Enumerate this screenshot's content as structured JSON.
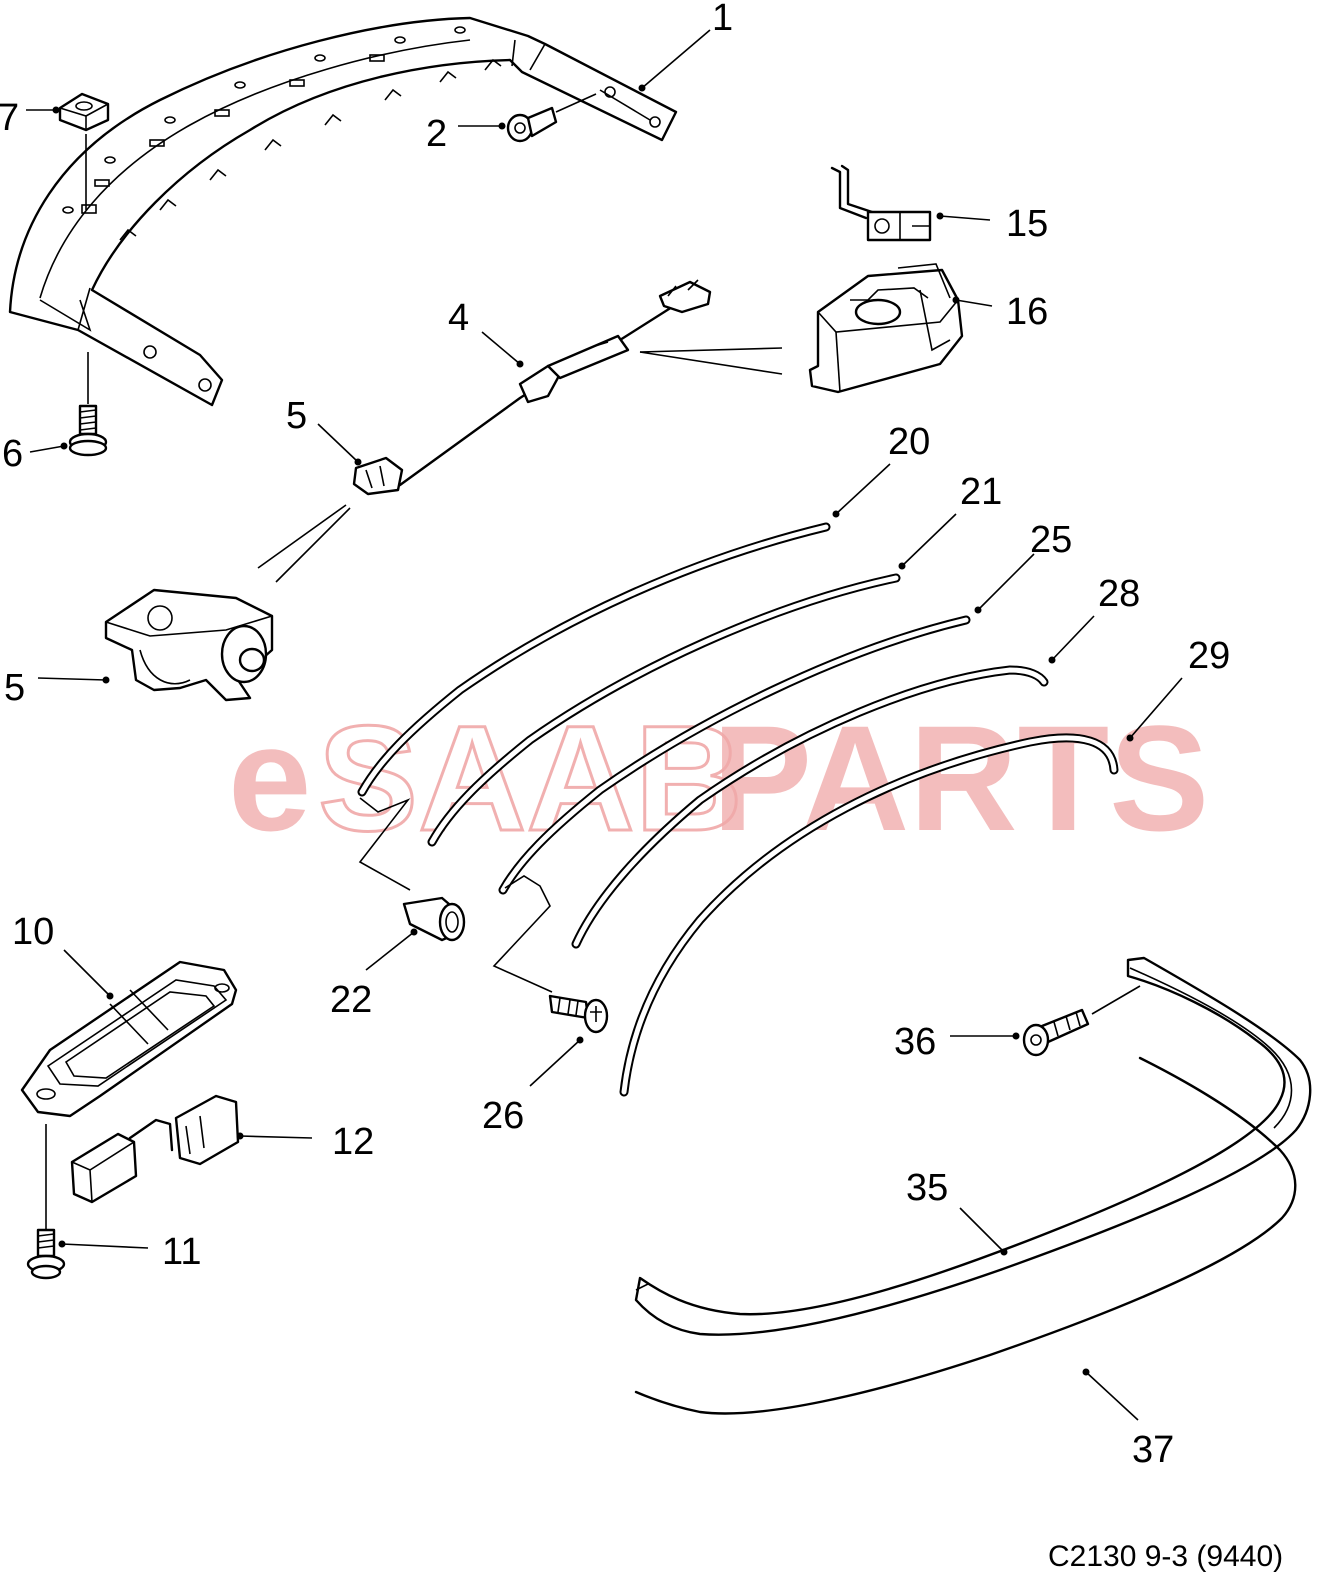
{
  "diagram": {
    "watermark": {
      "prefix": "e",
      "brand": "SAAB",
      "suffix": "PARTS"
    },
    "document_code": "C2130 9-3 (9440)",
    "callouts": [
      {
        "id": "c1",
        "number": "1"
      },
      {
        "id": "c2",
        "number": "2"
      },
      {
        "id": "c4",
        "number": "4"
      },
      {
        "id": "c5a",
        "number": "5"
      },
      {
        "id": "c5b",
        "number": "5"
      },
      {
        "id": "c6",
        "number": "6"
      },
      {
        "id": "c7",
        "number": "7"
      },
      {
        "id": "c10",
        "number": "10"
      },
      {
        "id": "c11",
        "number": "11"
      },
      {
        "id": "c12",
        "number": "12"
      },
      {
        "id": "c15",
        "number": "15"
      },
      {
        "id": "c16",
        "number": "16"
      },
      {
        "id": "c20",
        "number": "20"
      },
      {
        "id": "c21",
        "number": "21"
      },
      {
        "id": "c22",
        "number": "22"
      },
      {
        "id": "c25",
        "number": "25"
      },
      {
        "id": "c26",
        "number": "26"
      },
      {
        "id": "c28",
        "number": "28"
      },
      {
        "id": "c29",
        "number": "29"
      },
      {
        "id": "c35",
        "number": "35"
      },
      {
        "id": "c36",
        "number": "36"
      },
      {
        "id": "c37",
        "number": "37"
      }
    ]
  }
}
